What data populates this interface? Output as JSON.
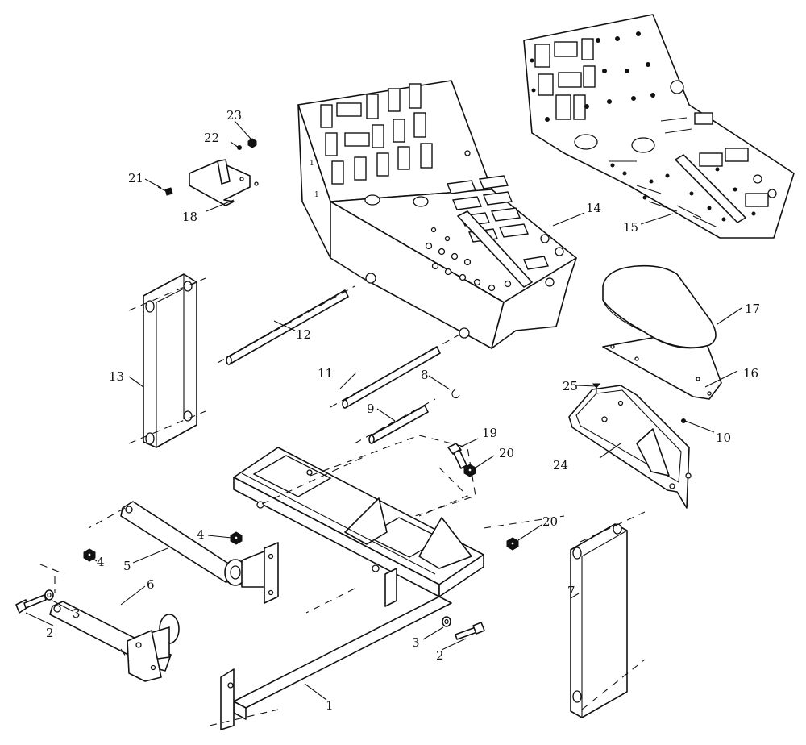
{
  "callouts": {
    "c1": "1",
    "c2a": "2",
    "c2b": "2",
    "c3a": "3",
    "c3b": "3",
    "c4a": "4",
    "c4b": "4",
    "c5": "5",
    "c6": "6",
    "c7": "7",
    "c8": "8",
    "c9": "9",
    "c10": "10",
    "c11": "11",
    "c12": "12",
    "c13": "13",
    "c14": "14",
    "c15": "15",
    "c16": "16",
    "c17": "17",
    "c18": "18",
    "c19": "19",
    "c20a": "20",
    "c20b": "20",
    "c21": "21",
    "c22": "22",
    "c23": "23",
    "c24": "24",
    "c25": "25"
  }
}
